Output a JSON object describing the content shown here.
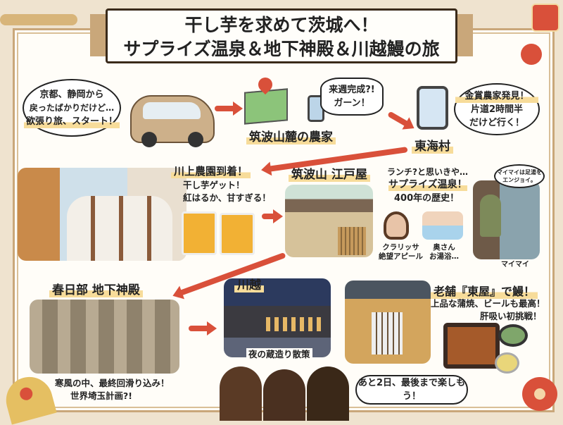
{
  "title": {
    "line1": "干し芋を求めて茨城へ！",
    "line2": "サプライズ温泉＆地下神殿＆川越鰻の旅"
  },
  "start": {
    "bubble": [
      "京都、静岡から",
      "戻ったばかりだけど…",
      "欲張り旅、スタート！"
    ]
  },
  "tsukuba_farm": {
    "label": "筑波山麓の農家",
    "burst": [
      "来週完成?!",
      "ガーン！"
    ]
  },
  "tokai": {
    "label": "東海村",
    "bubble": [
      "金賞農家発見！",
      "片道2時間半",
      "だけど行く！"
    ]
  },
  "kawakami": {
    "label": "川上農園到着！",
    "lines": [
      "干し芋ゲット！",
      "紅はるか、甘すぎる！"
    ]
  },
  "edoya": {
    "label": "筑波山 江戸屋",
    "lines": [
      "ランチ?と思いきや…",
      "サプライズ温泉！",
      "400年の歴史！"
    ],
    "characters": [
      {
        "caption": [
          "クラリッサ",
          "絶望アピール"
        ]
      },
      {
        "caption": [
          "奥さん",
          "お湯浴…"
        ]
      }
    ],
    "maimai": {
      "bubble": [
        "マイマイは足湯を",
        "エンジョイ。"
      ],
      "caption": "マイマイ"
    }
  },
  "kasukabe": {
    "label": "春日部 地下神殿",
    "lines": [
      "寒風の中、最終回滑り込み！",
      "世界埼玉計画?!"
    ]
  },
  "kawagoe": {
    "label": "川越",
    "caption": "夜の蔵造り散策"
  },
  "azumaya": {
    "label": "老舗『東屋』で鰻！",
    "lines": [
      "上品な蒲焼、ビールも最高！",
      "肝吸い初挑戦！"
    ]
  },
  "ending": {
    "bubble": "あと2日、最後まで楽しもう！"
  },
  "colors": {
    "accent": "#d9503a",
    "highlight": "#f7dc9a",
    "frame": "#c9a77a"
  }
}
